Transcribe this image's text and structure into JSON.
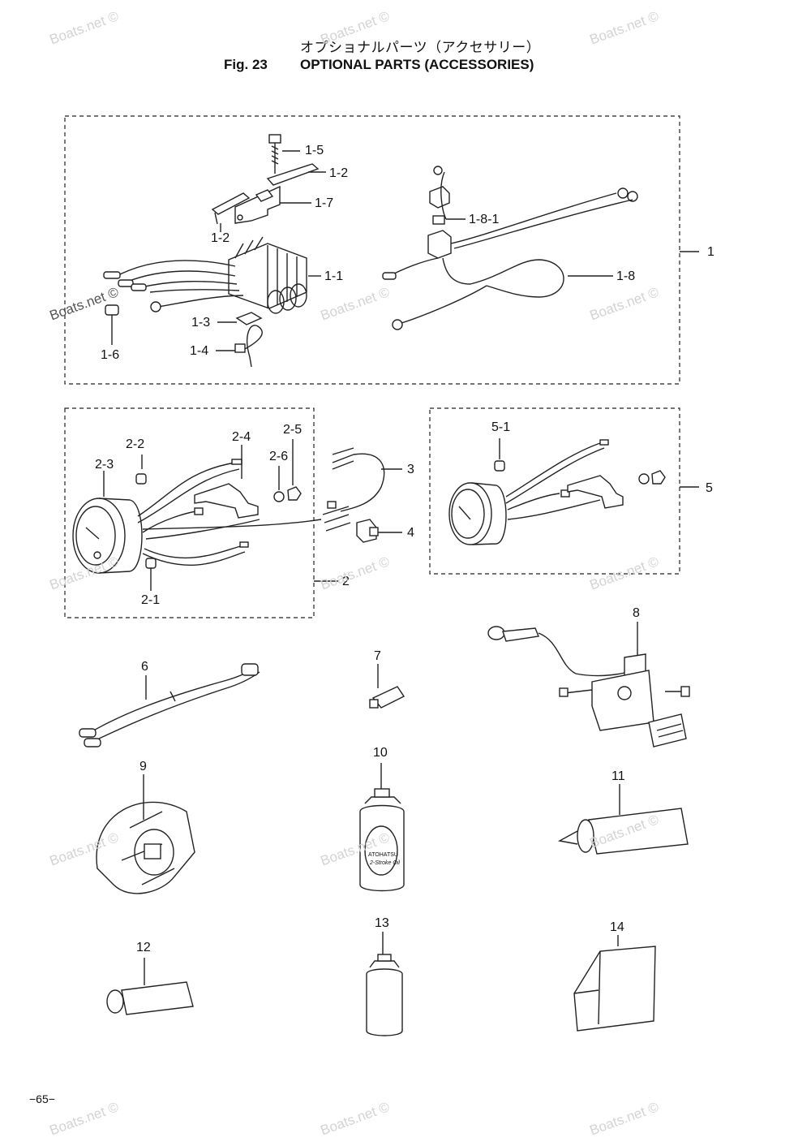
{
  "header": {
    "title_jp": "オプショナルパーツ（アクセサリー）",
    "fig_label": "Fig. 23",
    "title_en": "OPTIONAL PARTS (ACCESSORIES)"
  },
  "callouts": {
    "c1": "1",
    "c1_1": "1-1",
    "c1_2a": "1-2",
    "c1_2b": "1-2",
    "c1_3": "1-3",
    "c1_4": "1-4",
    "c1_5": "1-5",
    "c1_6": "1-6",
    "c1_7": "1-7",
    "c1_8": "1-8",
    "c1_8_1": "1-8-1",
    "c2": "2",
    "c2_1": "2-1",
    "c2_2": "2-2",
    "c2_3": "2-3",
    "c2_4": "2-4",
    "c2_5": "2-5",
    "c2_6": "2-6",
    "c3": "3",
    "c4": "4",
    "c5": "5",
    "c5_1": "5-1",
    "c6": "6",
    "c7": "7",
    "c8": "8",
    "c9": "9",
    "c10": "10",
    "c11": "11",
    "c12": "12",
    "c13": "13",
    "c14": "14"
  },
  "product_labels": {
    "can_label_line1": "ATOHATSU",
    "can_label_line2": "2-Stroke Oil"
  },
  "page_number": "−65−",
  "watermark": "Boats.net ©"
}
